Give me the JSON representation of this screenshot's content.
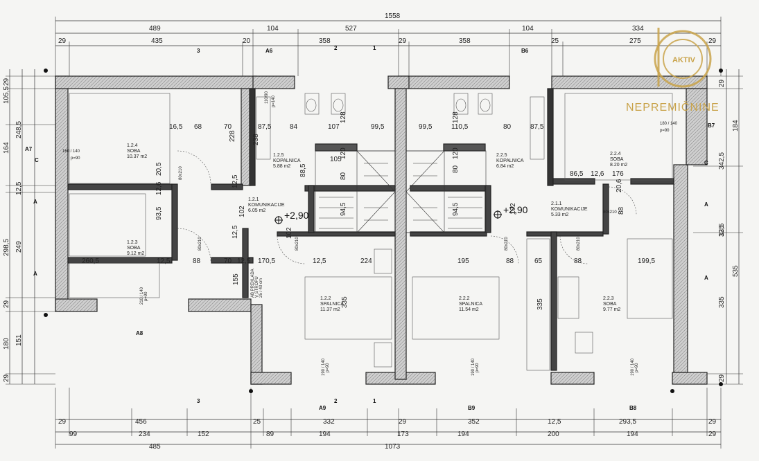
{
  "logo": {
    "word": "NEPREMIČNINE",
    "badge": "AKTIV"
  },
  "elevations": [
    "+2,90",
    "+2,90"
  ],
  "rooms": [
    {
      "num": "1.2.4",
      "name": "SOBA",
      "area": "10.37 m2"
    },
    {
      "num": "1.2.3",
      "name": "SOBA",
      "area": "9.12 m2"
    },
    {
      "num": "1.2.5",
      "name": "KOPALNICA",
      "area": "5.88 m2"
    },
    {
      "num": "1.2.1",
      "name": "KOMUNIKACIJE",
      "area": "6.05 m2"
    },
    {
      "num": "1.2.2",
      "name": "SPALNICA",
      "area": "11.37 m2"
    },
    {
      "num": "2.2.2",
      "name": "SPALNICA",
      "area": "11.54 m2"
    },
    {
      "num": "2.2.5",
      "name": "KOPALNICA",
      "area": "6.84 m2"
    },
    {
      "num": "2.1.1",
      "name": "KOMUNIKACIJE",
      "area": "5.33 m2"
    },
    {
      "num": "2.2.4",
      "name": "SOBA",
      "area": "8.20 m2"
    },
    {
      "num": "2.2.3",
      "name": "SOBA",
      "area": "9.77 m2"
    }
  ],
  "marks": [
    "A6",
    "B6",
    "A7",
    "B7",
    "A8",
    "A9",
    "B9",
    "B8",
    "A",
    "A",
    "A",
    "A",
    "C",
    "C",
    "1",
    "1",
    "2",
    "2",
    "3",
    "3"
  ],
  "window_labels": [
    "160 / 140",
    "p=90",
    "180 / 140",
    "p=90",
    "110/90",
    "p=140",
    "210 / 140",
    "p=90",
    "190 / 140",
    "p=90",
    "190 / 140",
    "p=90",
    "190 / 140",
    "p=90"
  ],
  "door_labels": [
    "80x210",
    "80x210",
    "80x210",
    "80x210",
    "80x210",
    "80x210"
  ],
  "beam_label": [
    "AB PREKLADA",
    "V STROPU",
    "25 / 40 cm"
  ],
  "dims_top_row1": [
    "1558"
  ],
  "dims_top_row2": [
    "489",
    "104",
    "527",
    "104",
    "334"
  ],
  "dims_top_row3": [
    "29",
    "435",
    "20",
    "358",
    "29",
    "358",
    "25",
    "275",
    "29"
  ],
  "dims_bottom_row1": [
    "29",
    "456",
    "25",
    "332",
    "29",
    "352",
    "12,5",
    "293,5",
    "29"
  ],
  "dims_bottom_row2": [
    "99",
    "234",
    "152",
    "89",
    "194",
    "173",
    "194",
    "200",
    "194",
    "29"
  ],
  "dims_bottom_row3": [
    "485",
    "1073"
  ],
  "dims_left": [
    "29",
    "105,5",
    "248,5",
    "164",
    "12,5",
    "298,5",
    "249",
    "29",
    "151",
    "180",
    "29"
  ],
  "dims_right": [
    "29",
    "184",
    "342,5",
    "12,5",
    "535",
    "335",
    "29"
  ],
  "dims_interior": [
    "16,5",
    "68",
    "70",
    "228",
    "87,5",
    "84",
    "107",
    "99,5",
    "99,5",
    "110,5",
    "80",
    "87,5",
    "238",
    "128",
    "128",
    "120",
    "120",
    "105",
    "80",
    "80",
    "88,5",
    "20,5",
    "12,6",
    "93,5",
    "102",
    "12,5",
    "102",
    "94,5",
    "94,5",
    "102",
    "86,5",
    "12,6",
    "176",
    "20,6",
    "88",
    "260,5",
    "12,5",
    "88",
    "70",
    "12,5",
    "170,5",
    "12,5",
    "224",
    "195",
    "88",
    "65",
    "88",
    "199,5",
    "155",
    "335",
    "335",
    "335",
    "12,5"
  ]
}
